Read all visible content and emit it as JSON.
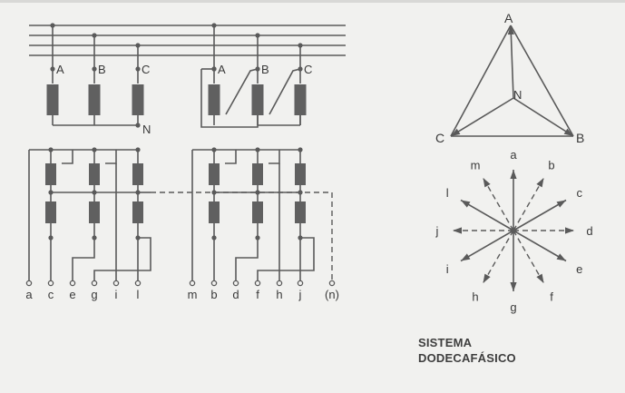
{
  "primary": {
    "left_terminals": [
      "A",
      "B",
      "C"
    ],
    "neutral_label": "N",
    "right_terminals": [
      "A",
      "B",
      "C"
    ]
  },
  "secondary": {
    "left_outputs": [
      "a",
      "c",
      "e",
      "g",
      "i",
      "l"
    ],
    "right_outputs": [
      "m",
      "b",
      "d",
      "f",
      "h",
      "j",
      "(n)"
    ]
  },
  "triangle": {
    "vertices": [
      "A",
      "C",
      "B"
    ],
    "center": "N"
  },
  "star": {
    "rays": [
      {
        "label": "a",
        "angle": 90,
        "style": "solid"
      },
      {
        "label": "b",
        "angle": 60,
        "style": "dashed"
      },
      {
        "label": "c",
        "angle": 30,
        "style": "solid"
      },
      {
        "label": "d",
        "angle": 0,
        "style": "dashed"
      },
      {
        "label": "e",
        "angle": -30,
        "style": "solid"
      },
      {
        "label": "f",
        "angle": -60,
        "style": "dashed"
      },
      {
        "label": "g",
        "angle": -90,
        "style": "solid"
      },
      {
        "label": "h",
        "angle": -120,
        "style": "dashed"
      },
      {
        "label": "i",
        "angle": -150,
        "style": "solid"
      },
      {
        "label": "j",
        "angle": 180,
        "style": "dashed"
      },
      {
        "label": "l",
        "angle": 150,
        "style": "solid"
      },
      {
        "label": "m",
        "angle": 120,
        "style": "dashed"
      }
    ]
  },
  "caption": {
    "line1": "SISTEMA",
    "line2": "DODECAFÁSICO"
  },
  "colors": {
    "ink": "#5a5a5a",
    "coil": "#606060",
    "background": "#f1f1ef"
  }
}
